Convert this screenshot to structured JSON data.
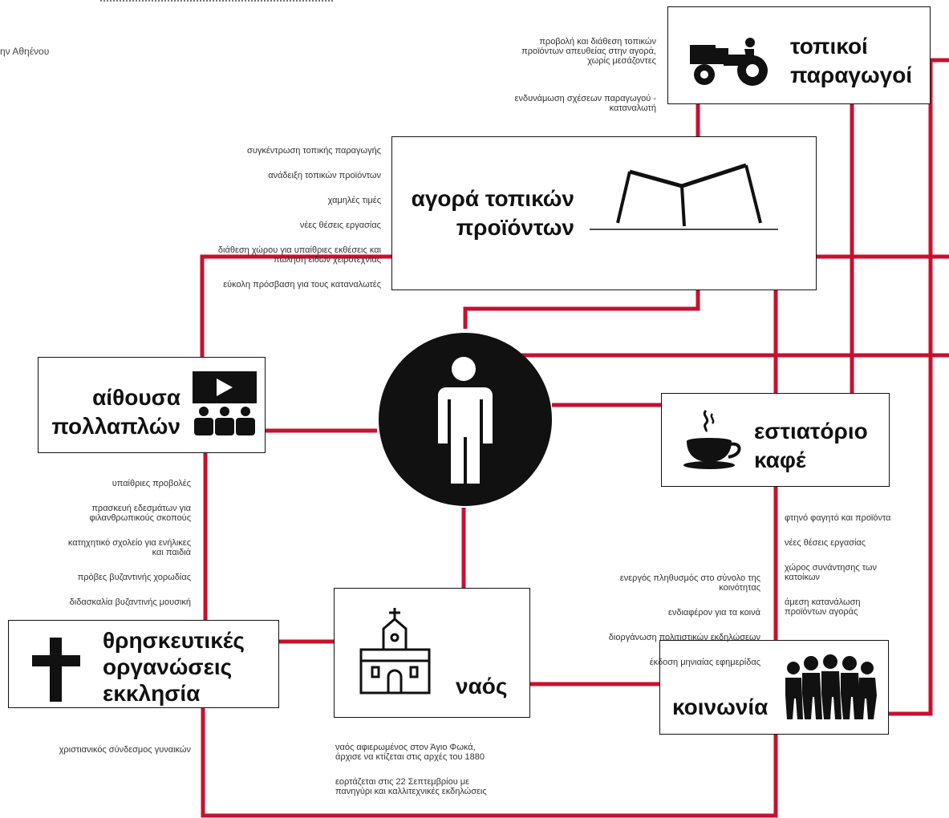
{
  "page": {
    "cut_label": "ην Αθηένου"
  },
  "colors": {
    "connector": "#c8102e",
    "box_border": "#111111",
    "central_fill": "#111111"
  },
  "nodes": {
    "producers": {
      "lines": [
        "τοπικοί",
        "παραγωγοί"
      ],
      "icon": "tractor-icon"
    },
    "market": {
      "lines": [
        "αγορά τοπικών",
        "προϊόντων"
      ],
      "icon": "market-tent-icon"
    },
    "hall": {
      "lines": [
        "αίθουσα",
        "πολλαπλών"
      ],
      "icon": "screening-room-icon"
    },
    "cafe": {
      "lines": [
        "εστιατόριο",
        "καφέ"
      ],
      "icon": "coffee-cup-icon"
    },
    "religious": {
      "lines": [
        "θρησκευτικές",
        "οργανώσεις",
        "εκκλησία"
      ],
      "icon": "cross-icon"
    },
    "church": {
      "lines": [
        "ναός"
      ],
      "icon": "church-icon"
    },
    "community": {
      "lines": [
        "κοινωνία"
      ],
      "icon": "people-group-icon"
    },
    "person": {
      "icon": "person-icon"
    }
  },
  "notes": {
    "producers": [
      "προβολή και διάθεση τοπικών\nπροϊόντων απευθείας στην αγορά,\nχωρίς μεσάζοντες",
      "ενδυνάμωση σχέσεων παραγωγού -\nκαταναλωτή"
    ],
    "market": [
      "συγκέντρωση τοπικής παραγωγής",
      "ανάδειξη τοπικών προϊόντων",
      "χαμηλές τιμές",
      "νέες θέσεις εργασίας",
      "διάθεση χώρου για υπαίθριες εκθέσεις και\nπώληση ειδών χειροτεχνίας",
      "εύκολη πρόσβαση για τους καταναλωτές"
    ],
    "hall": [
      "υπαίθριες προβολές",
      "πρασκευή εδεσμάτων για\nφιλανθρωπικούς σκοπούς",
      "κατηχητικό σχολείο για ενήλικες\nκαι παιδιά",
      "πρόβες βυζαντινής χορωδίας",
      "διδασκαλία βυζαντινής μουσική"
    ],
    "cafe": [
      "φτηνό φαγητό και προϊόντα",
      "νέες θέσεις εργασίας",
      "χώρος συνάντησης των\nκατοίκων",
      "άμεση κατανάλωση\nπροϊόντων αγοράς"
    ],
    "community": [
      "ενεργός πληθυσμός στο σύνολο της\nκοινότητας",
      "ενδιαφέρον για τα κοινά",
      "διοργάνωση πολιτιστικών εκδηλώσεων",
      "έκδοση μηνιαίας εφημερίδας"
    ],
    "religious": [
      "χριστιανικός σύνδεσμος γυναικών"
    ],
    "church": [
      "ναός αφιερωμένος στον Άγιο Φωκά,\nάρχισε να κτίζεται στις αρχές του 1880",
      "εορτάζεται στις 22 Σεπτεμβρίου με\nπανηγύρι και καλλιτεχνικές εκδηλώσεις"
    ]
  }
}
